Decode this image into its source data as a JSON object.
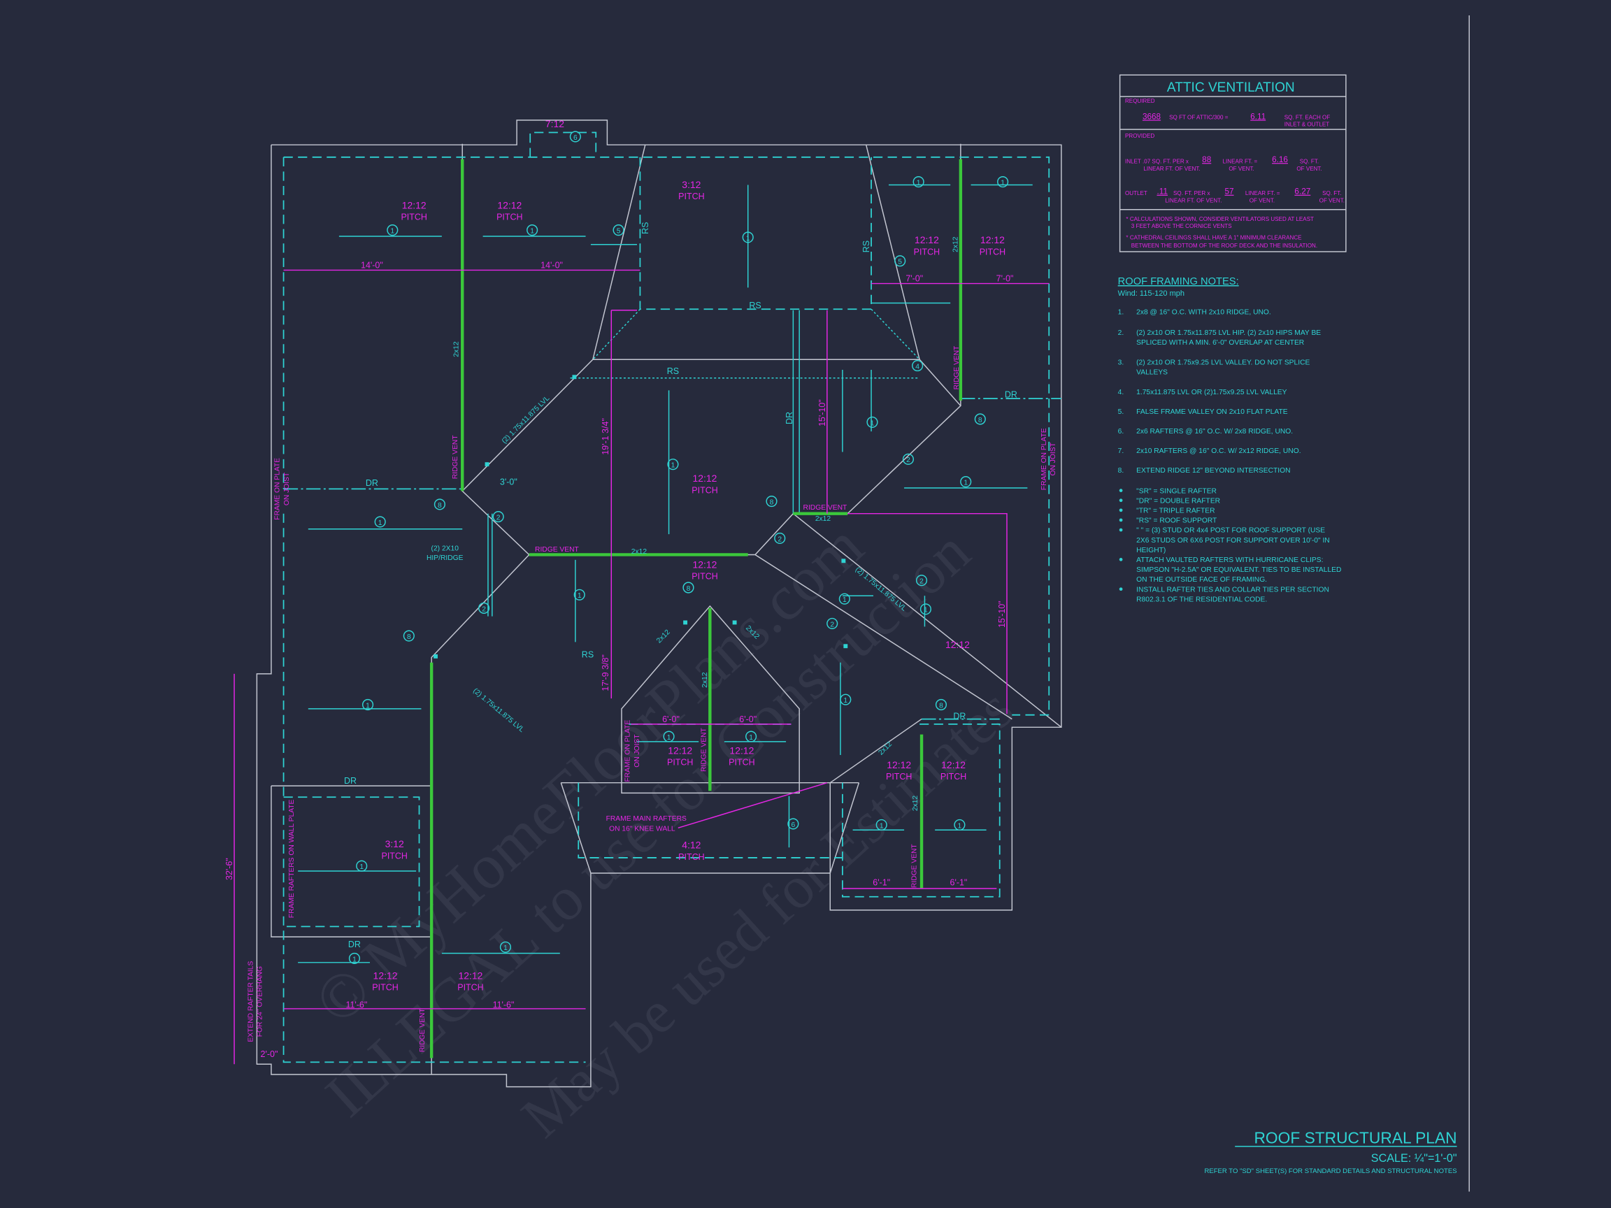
{
  "colors": {
    "background": "#262a3c",
    "framing": "#2fd3d3",
    "annotation": "#e526e5",
    "ridge": "#3bc83b",
    "outline": "#c4c7d2"
  },
  "watermark": [
    "© MyHomeFloorPlans.com",
    "ILLEGAL to use for Construction",
    "May be used for Estimates"
  ],
  "ventilation": {
    "title": "ATTIC VENTILATION",
    "required_label": "REQUIRED",
    "required_sqft": "3668",
    "required_text": "SQ FT OF ATTIC/300 =",
    "required_value": "6.11",
    "required_unit": "SQ. FT. EACH OF",
    "required_unit2": "INLET & OUTLET",
    "provided_label": "PROVIDED",
    "inlet": {
      "label": "INLET .07 SQ. FT. PER x",
      "label2": "LINEAR FT. OF VENT.",
      "linear": "88",
      "lin_text": "LINEAR FT. =",
      "lin_text2": "OF VENT.",
      "value": "6.16",
      "unit": "SQ. FT.",
      "unit2": "OF VENT."
    },
    "outlet": {
      "label": "OUTLET",
      "rate": ".11",
      "label2": "SQ. FT. PER x",
      "label3": "LINEAR FT. OF VENT.",
      "linear": "57",
      "lin_text": "LINEAR FT. =",
      "lin_text2": "OF VENT.",
      "value": "6.27",
      "unit": "SQ. FT.",
      "unit2": "OF VENT."
    },
    "notes": [
      "* CALCULATIONS SHOWN, CONSIDER VENTILATORS USED AT LEAST",
      "3 FEET ABOVE THE CORNICE VENTS",
      "* CATHEDRAL CEILINGS SHALL HAVE A 1\" MINIMUM CLEARANCE",
      "BETWEEN THE BOTTOM OF THE ROOF DECK AND THE INSULATION."
    ]
  },
  "framing_notes": {
    "title": "ROOF FRAMING NOTES:",
    "wind": "Wind: 115-120 mph",
    "items": [
      {
        "num": "1.",
        "lines": [
          "2x8 @ 16\" O.C. WITH 2x10 RIDGE, UNO."
        ]
      },
      {
        "num": "2.",
        "lines": [
          "(2) 2x10 OR 1.75x11.875 LVL HIP. (2) 2x10 HIPS MAY BE",
          "SPLICED WITH A MIN. 6'-0\" OVERLAP AT CENTER"
        ]
      },
      {
        "num": "3.",
        "lines": [
          "(2) 2x10 OR 1.75x9.25 LVL VALLEY. DO NOT SPLICE",
          "VALLEYS"
        ]
      },
      {
        "num": "4.",
        "lines": [
          "1.75x11.875 LVL OR (2)1.75x9.25 LVL VALLEY"
        ]
      },
      {
        "num": "5.",
        "lines": [
          "FALSE FRAME VALLEY ON 2x10 FLAT PLATE"
        ]
      },
      {
        "num": "6.",
        "lines": [
          "2x6 RAFTERS @ 16\" O.C. W/ 2x8 RIDGE, UNO."
        ]
      },
      {
        "num": "7.",
        "lines": [
          "2x10 RAFTERS @ 16\" O.C. W/ 2x12 RIDGE, UNO."
        ]
      },
      {
        "num": "8.",
        "lines": [
          "EXTEND RIDGE 12\" BEYOND INTERSECTION"
        ]
      }
    ],
    "bullets": [
      [
        "\"SR\" = SINGLE RAFTER"
      ],
      [
        "\"DR\" = DOUBLE RAFTER"
      ],
      [
        "\"TR\" = TRIPLE RAFTER"
      ],
      [
        "\"RS\" = ROOF SUPPORT"
      ],
      [
        "\" \" = (3) STUD OR 4x4 POST FOR ROOF SUPPORT (USE",
        "2X6 STUDS OR 6X6 POST FOR SUPPORT OVER 10'-0\" IN",
        "HEIGHT)"
      ],
      [
        "ATTACH VAULTED RAFTERS WITH HURRICANE CLIPS:",
        "SIMPSON \"H-2.5A\" OR EQUIVALENT. TIES TO BE INSTALLED",
        "ON THE OUTSIDE FACE OF FRAMING."
      ],
      [
        "INSTALL RAFTER TIES AND COLLAR TIES PER SECTION",
        "R802.3.1 OF THE  RESIDENTIAL CODE."
      ]
    ]
  },
  "title_block": {
    "title": "ROOF STRUCTURAL PLAN",
    "scale": "SCALE: ¼\"=1'-0\"",
    "note": "REFER TO \"SD\" SHEET(S) FOR STANDARD DETAILS AND STRUCTURAL NOTES"
  },
  "plan": {
    "pitches": [
      {
        "p": "7:12"
      },
      {
        "p": "12:12",
        "w": "PITCH"
      },
      {
        "p": "12:12",
        "w": "PITCH"
      },
      {
        "p": "3:12",
        "w": "PITCH"
      },
      {
        "p": "12:12",
        "w": "PITCH"
      },
      {
        "p": "12:12",
        "w": "PITCH"
      },
      {
        "p": "12:12",
        "w": "PITCH"
      },
      {
        "p": "12:12",
        "w": "PITCH"
      },
      {
        "p": "12:12",
        "w": "PITCH"
      },
      {
        "p": "12:12",
        "w": "PITCH"
      },
      {
        "p": "12:12",
        "w": "PITCH"
      },
      {
        "p": "12:12",
        "w": "PITCH"
      },
      {
        "p": "3:12",
        "w": "PITCH"
      },
      {
        "p": "12:12",
        "w": "PITCH"
      },
      {
        "p": "12:12",
        "w": "PITCH"
      },
      {
        "p": "4:12",
        "w": "PITCH"
      },
      {
        "p": "12:12"
      }
    ],
    "dims": [
      "14'-0\"",
      "14'-0\"",
      "7'-0\"",
      "7'-0\"",
      "19'-1 3/4\"",
      "17'-9 3/8\"",
      "15'-10\"",
      "15'-10\"",
      "32'-6\"",
      "11'-6\"",
      "11'-6\"",
      "6'-0\"",
      "6'-0\"",
      "6'-1\"",
      "6'-1\"",
      "3'-0\"",
      "2'-0\""
    ],
    "ridge_vent": "RIDGE VENT",
    "frame_on_plate": [
      "FRAME ON PLATE",
      "ON JOIST"
    ],
    "frame_rafters_wall": "FRAME RAFTERS ON WALL PLATE",
    "extend_tails": [
      "EXTEND RAFTER TAILS",
      "FOR 24\" OVERHANG"
    ],
    "knee_wall": [
      "FRAME MAIN RAFTERS",
      "ON 16\" KNEE WALL"
    ],
    "hip_ridge": [
      "(2) 2X10",
      "HIP/RIDGE"
    ],
    "dr": "DR",
    "rs": "RS",
    "member_2x12": "2x12",
    "lvl": "(2) 1.75x11.875 LVL",
    "callouts": [
      "1",
      "2",
      "4",
      "5",
      "6",
      "8"
    ]
  }
}
